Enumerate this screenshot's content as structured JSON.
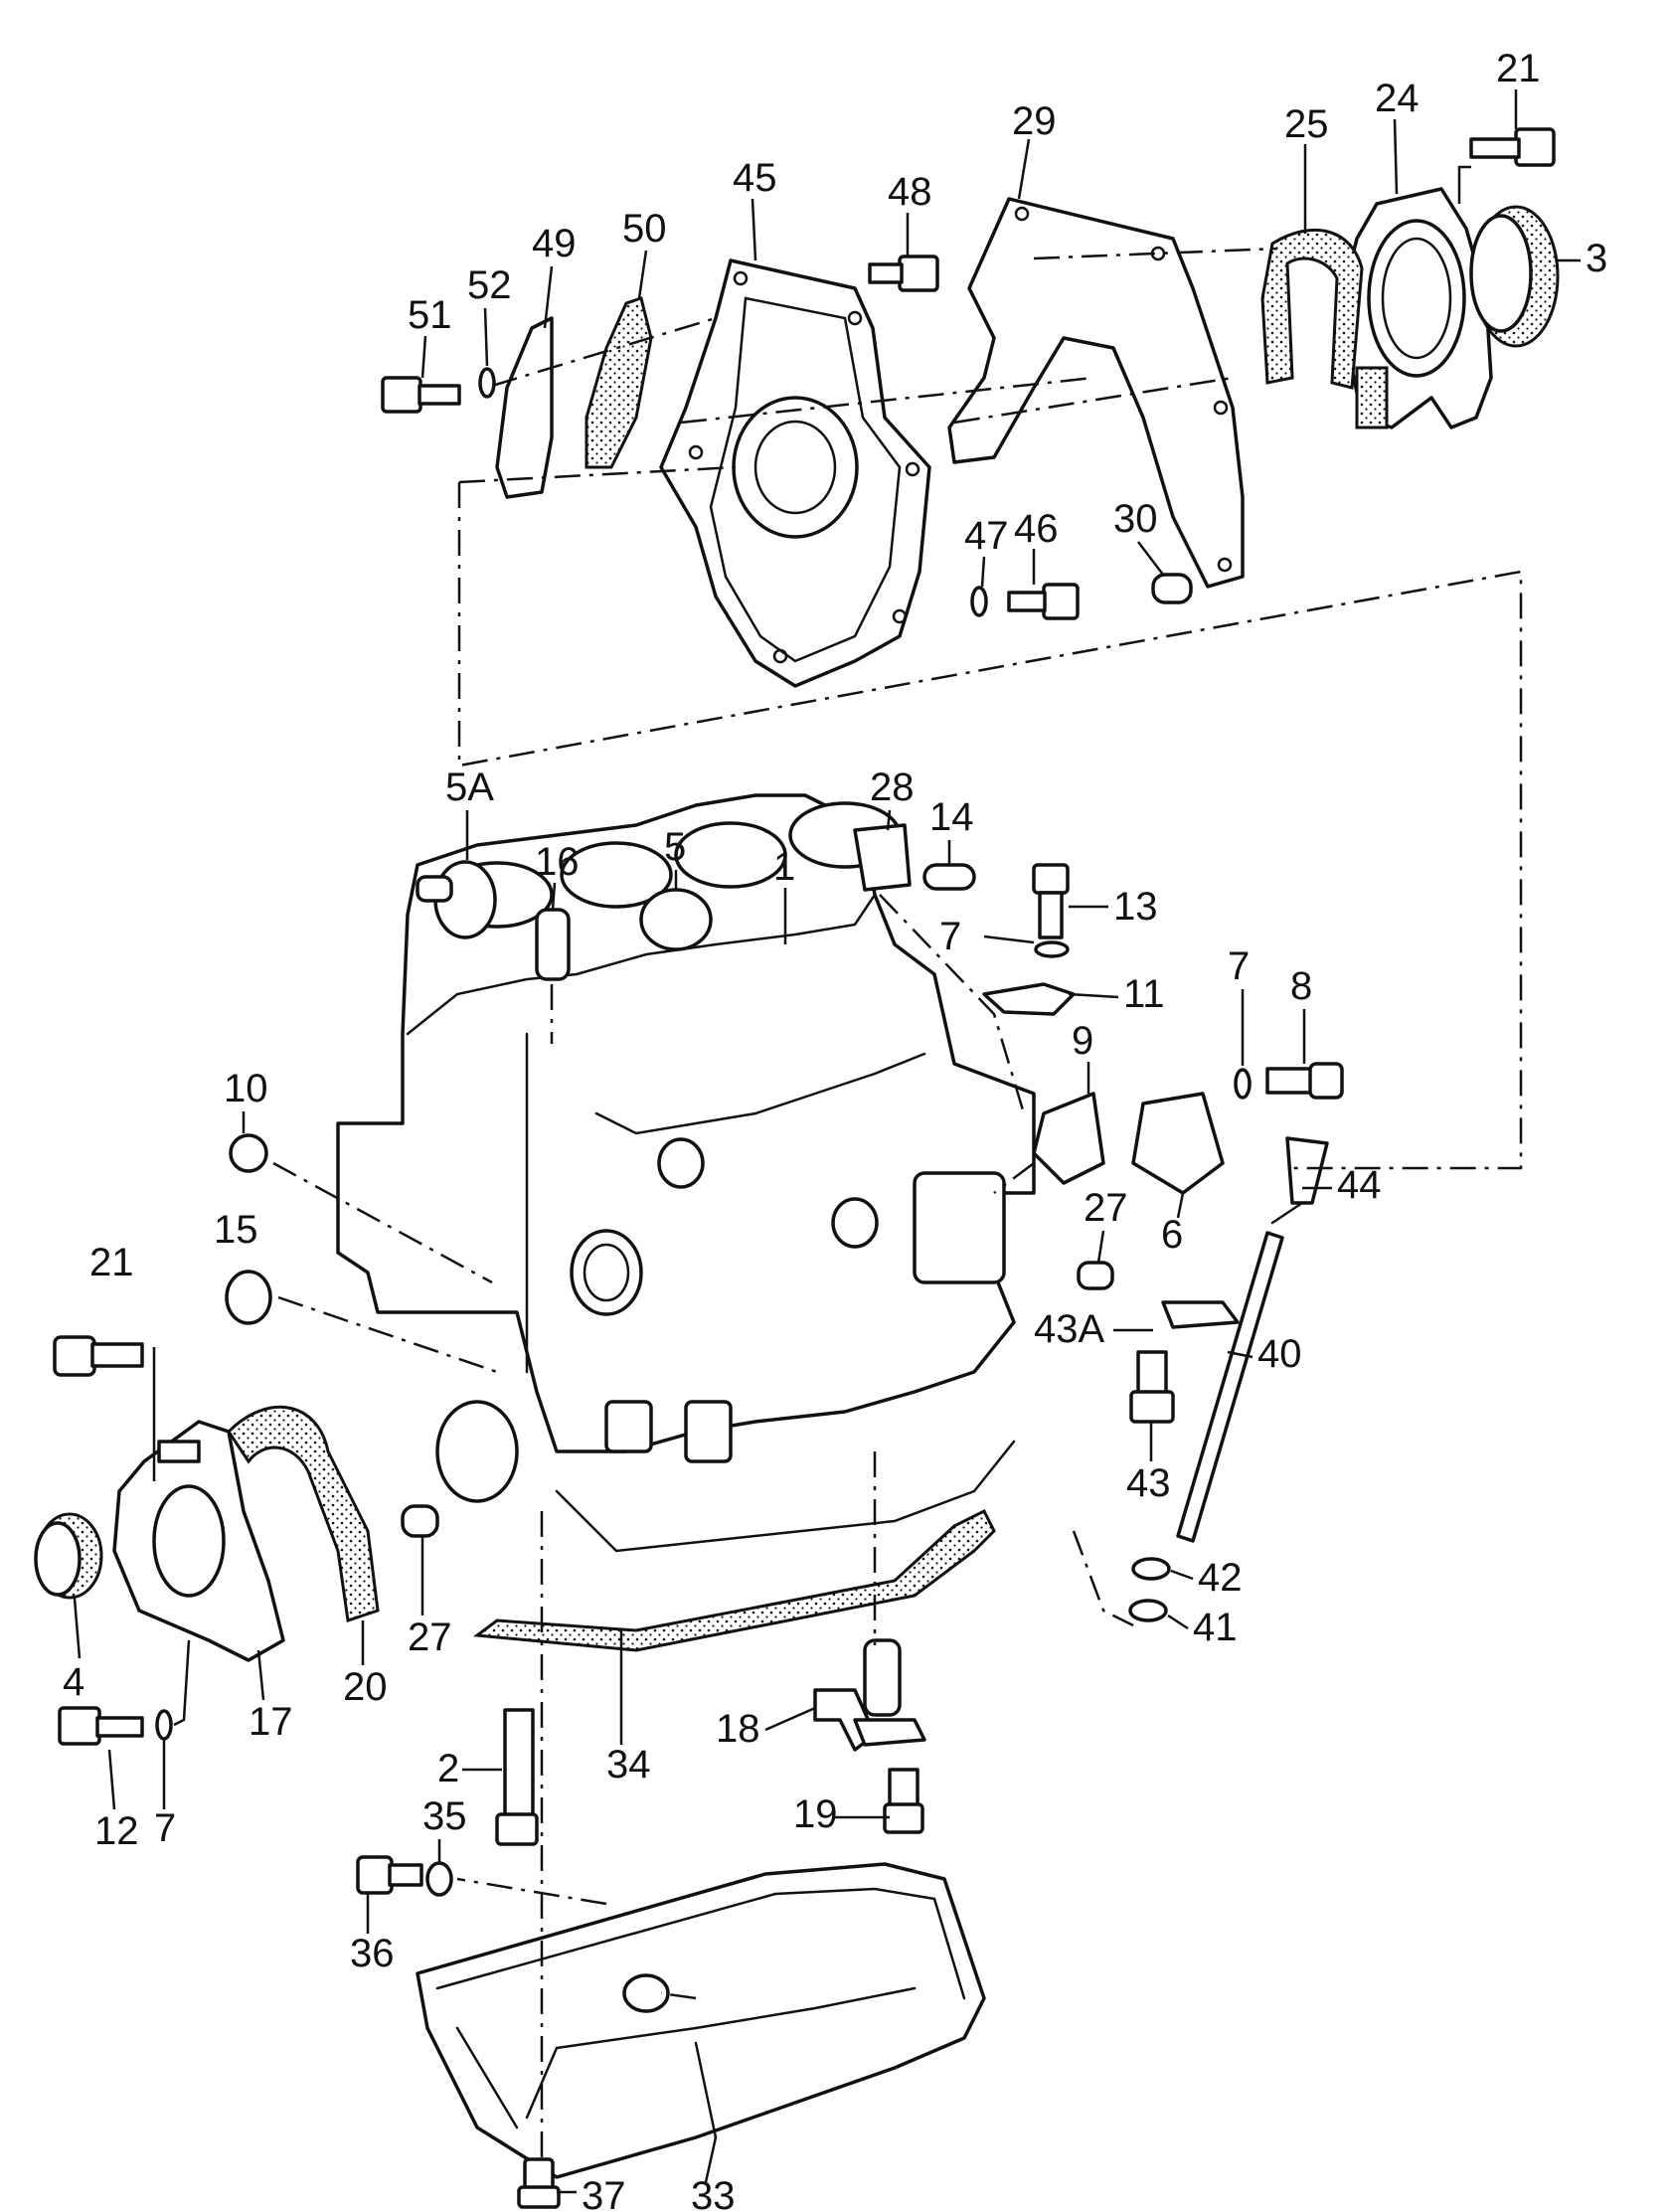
{
  "diagram": {
    "callouts": [
      {
        "id": "c21a",
        "text": "21"
      },
      {
        "id": "c24",
        "text": "24"
      },
      {
        "id": "c25",
        "text": "25"
      },
      {
        "id": "c29",
        "text": "29"
      },
      {
        "id": "c3",
        "text": "3"
      },
      {
        "id": "c45",
        "text": "45"
      },
      {
        "id": "c48",
        "text": "48"
      },
      {
        "id": "c50",
        "text": "50"
      },
      {
        "id": "c49",
        "text": "49"
      },
      {
        "id": "c52",
        "text": "52"
      },
      {
        "id": "c51",
        "text": "51"
      },
      {
        "id": "c47",
        "text": "47"
      },
      {
        "id": "c46",
        "text": "46"
      },
      {
        "id": "c30",
        "text": "30"
      },
      {
        "id": "c5A",
        "text": "5A"
      },
      {
        "id": "c16",
        "text": "16"
      },
      {
        "id": "c5",
        "text": "5"
      },
      {
        "id": "c1",
        "text": "1"
      },
      {
        "id": "c28",
        "text": "28"
      },
      {
        "id": "c14",
        "text": "14"
      },
      {
        "id": "c13",
        "text": "13"
      },
      {
        "id": "c7a",
        "text": "7"
      },
      {
        "id": "c11",
        "text": "11"
      },
      {
        "id": "c7b",
        "text": "7"
      },
      {
        "id": "c8",
        "text": "8"
      },
      {
        "id": "c9",
        "text": "9"
      },
      {
        "id": "c10",
        "text": "10"
      },
      {
        "id": "c44",
        "text": "44"
      },
      {
        "id": "c27a",
        "text": "27"
      },
      {
        "id": "c6",
        "text": "6"
      },
      {
        "id": "c15",
        "text": "15"
      },
      {
        "id": "c21b",
        "text": "21"
      },
      {
        "id": "c43A",
        "text": "43A"
      },
      {
        "id": "c40",
        "text": "40"
      },
      {
        "id": "c43",
        "text": "43"
      },
      {
        "id": "c42",
        "text": "42"
      },
      {
        "id": "c41",
        "text": "41"
      },
      {
        "id": "c4",
        "text": "4"
      },
      {
        "id": "c17",
        "text": "17"
      },
      {
        "id": "c20",
        "text": "20"
      },
      {
        "id": "c27b",
        "text": "27"
      },
      {
        "id": "c34",
        "text": "34"
      },
      {
        "id": "c18",
        "text": "18"
      },
      {
        "id": "c2",
        "text": "2"
      },
      {
        "id": "c19",
        "text": "19"
      },
      {
        "id": "c12",
        "text": "12"
      },
      {
        "id": "c7c",
        "text": "7"
      },
      {
        "id": "c35",
        "text": "35"
      },
      {
        "id": "c36",
        "text": "36"
      },
      {
        "id": "c37",
        "text": "37"
      },
      {
        "id": "c33",
        "text": "33"
      }
    ]
  }
}
